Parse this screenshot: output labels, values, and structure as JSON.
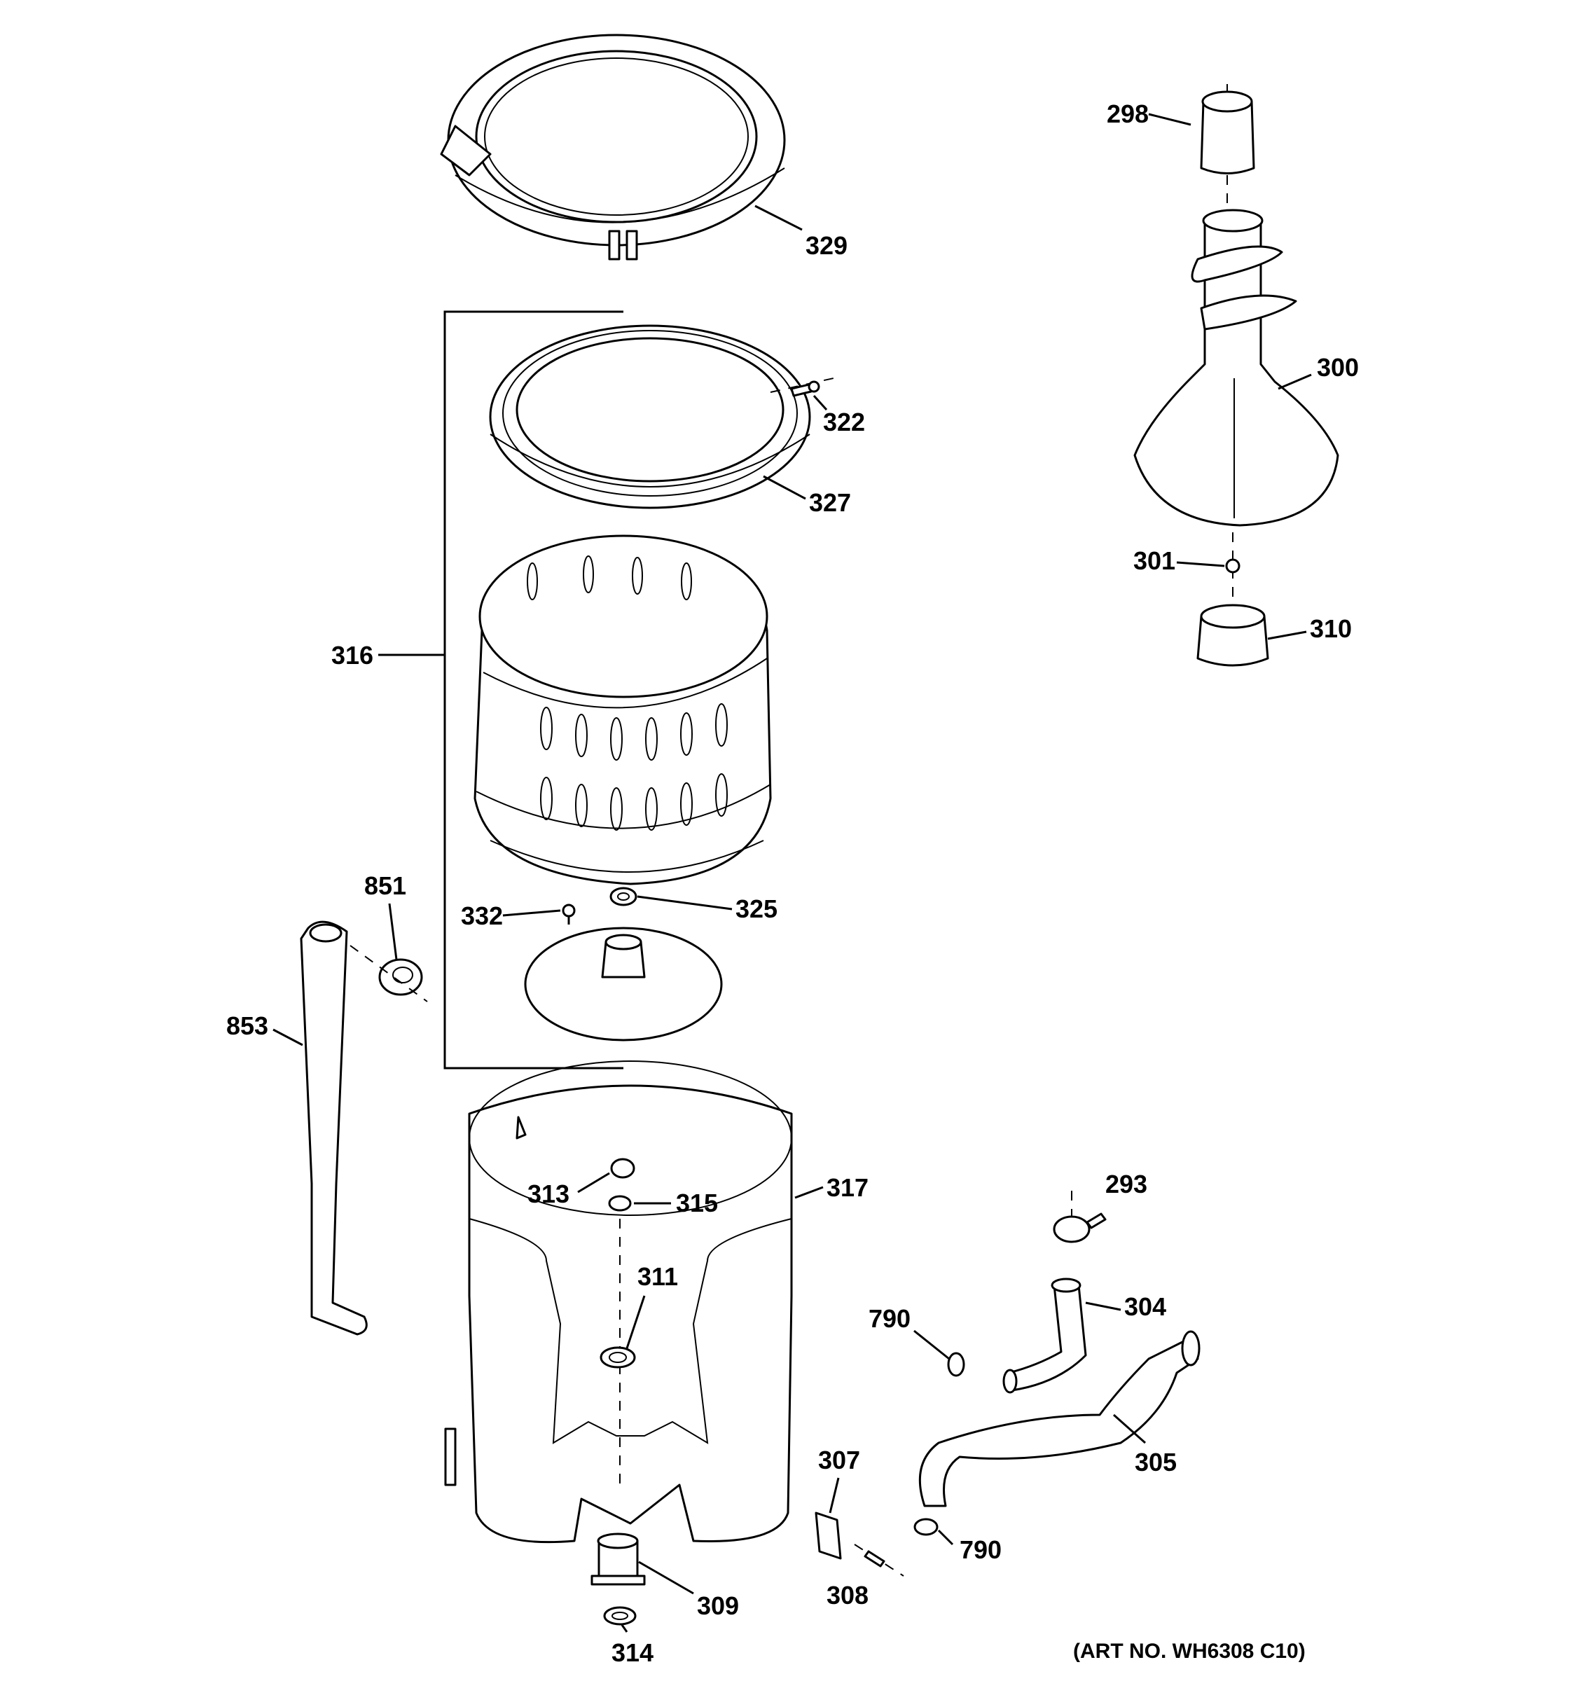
{
  "callouts": {
    "c298": "298",
    "c300": "300",
    "c301": "301",
    "c310": "310",
    "c329": "329",
    "c322": "322",
    "c327": "327",
    "c316": "316",
    "c851": "851",
    "c853": "853",
    "c332": "332",
    "c325": "325",
    "c317": "317",
    "c313": "313",
    "c315": "315",
    "c311": "311",
    "c293": "293",
    "c304": "304",
    "c790a": "790",
    "c790b": "790",
    "c305": "305",
    "c307": "307",
    "c308": "308",
    "c309": "309",
    "c314": "314"
  },
  "art_number": "(ART NO. WH6308 C10)",
  "colors": {
    "line": "#000000",
    "background": "#ffffff"
  }
}
